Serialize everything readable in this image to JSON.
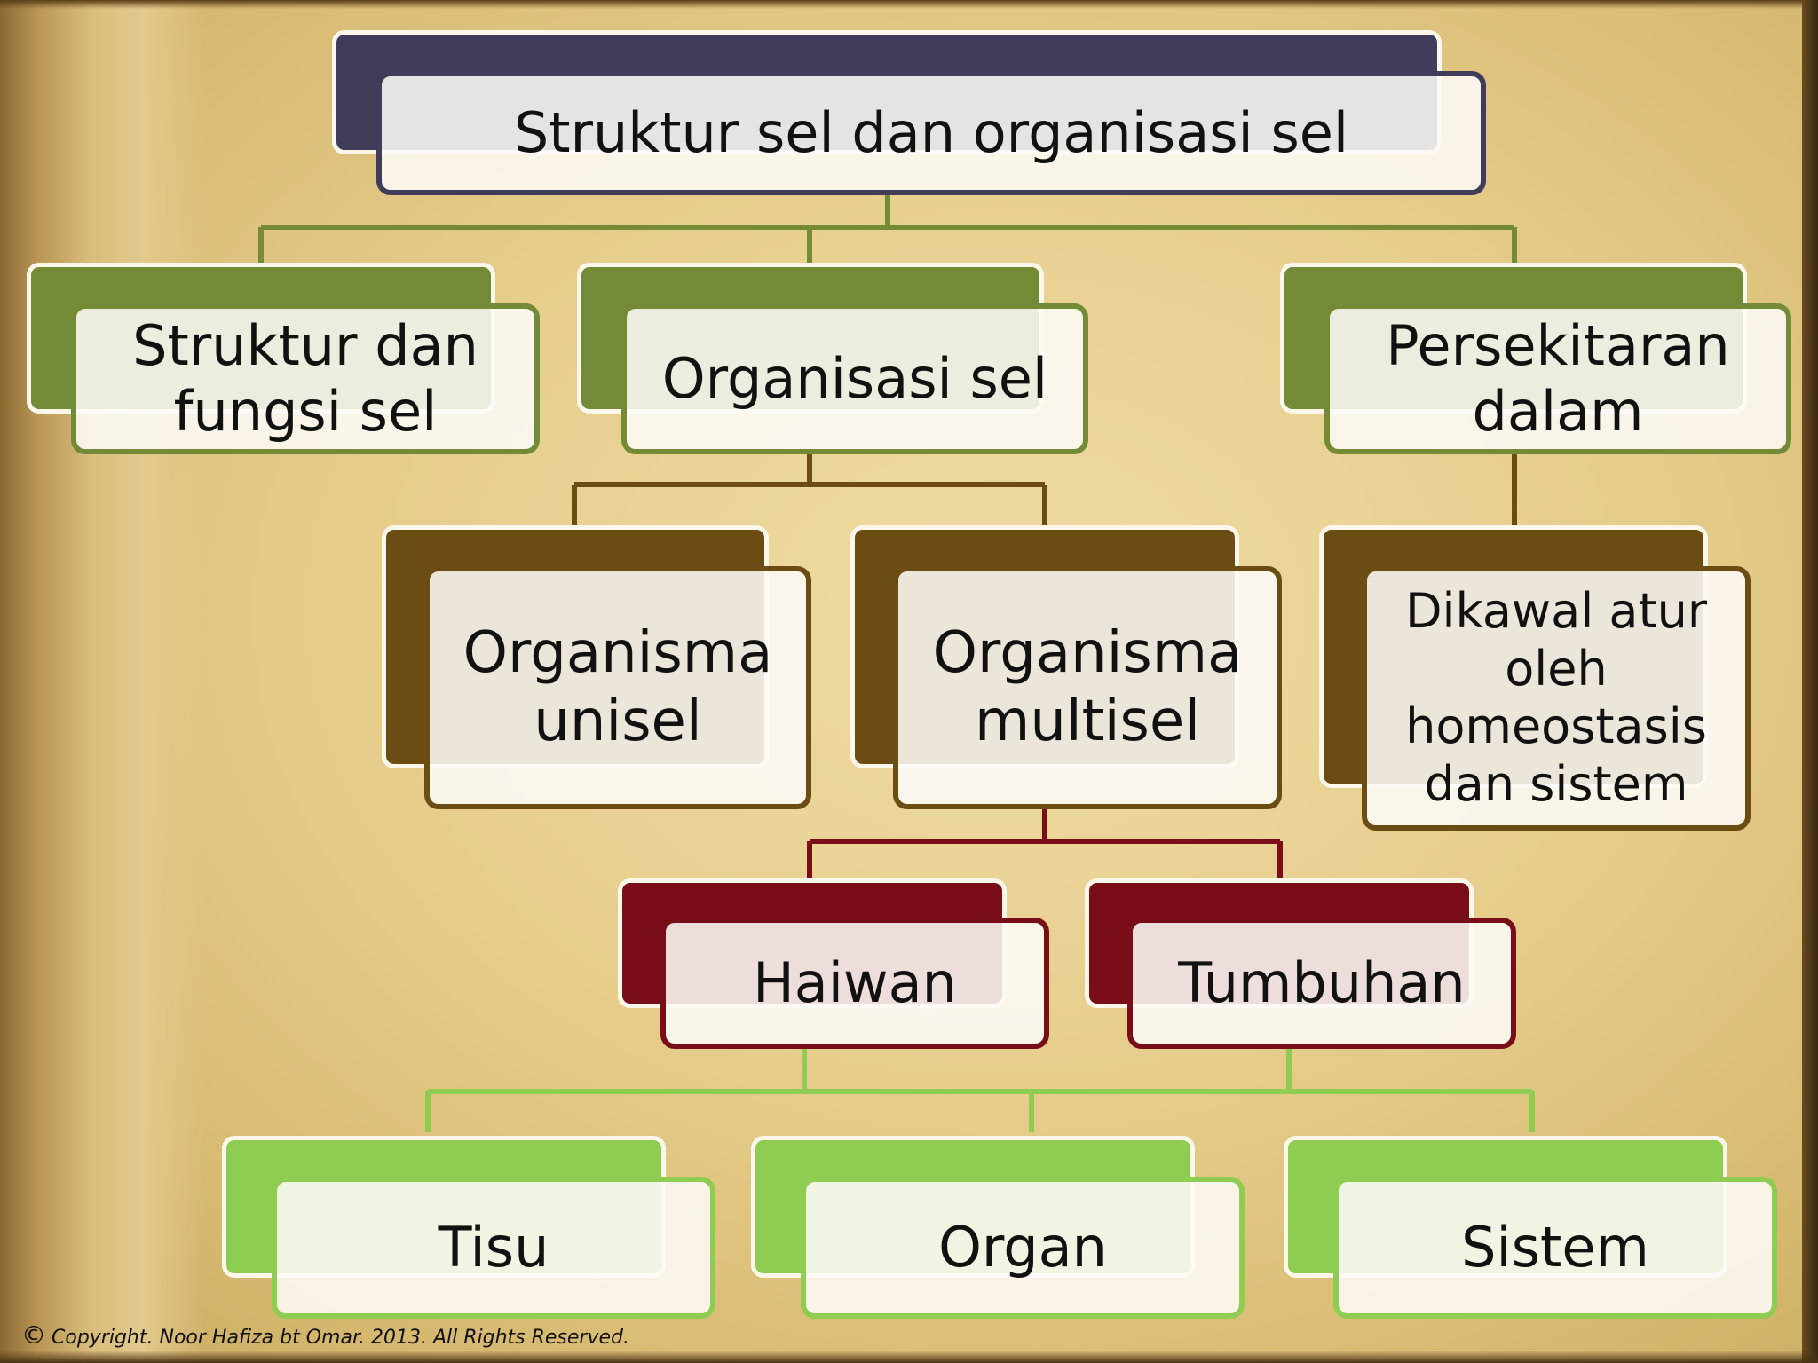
{
  "diagram": {
    "root": "Struktur sel dan organisasi sel",
    "level1": [
      "Struktur dan\nfungsi sel",
      "Organisasi sel",
      "Persekitaran\ndalam"
    ],
    "organisasi_children": [
      "Organisma\nunisel",
      "Organisma\nmultisel"
    ],
    "persekitaran_child": "Dikawal atur\noleh\nhomeostasis\ndan sistem",
    "multisel_children": [
      "Haiwan",
      "Tumbuhan"
    ],
    "level4": [
      "Tisu",
      "Organ",
      "Sistem"
    ]
  },
  "footer": {
    "copyright_symbol": "©",
    "copyright_text": "Copyright. Noor Hafiza bt Omar. 2013. All Rights Reserved."
  },
  "colors": {
    "root": "#403c5a",
    "level1": "#738a36",
    "level2": "#6b4c12",
    "level3": "#7a0e18",
    "level4": "#8fcc52"
  }
}
